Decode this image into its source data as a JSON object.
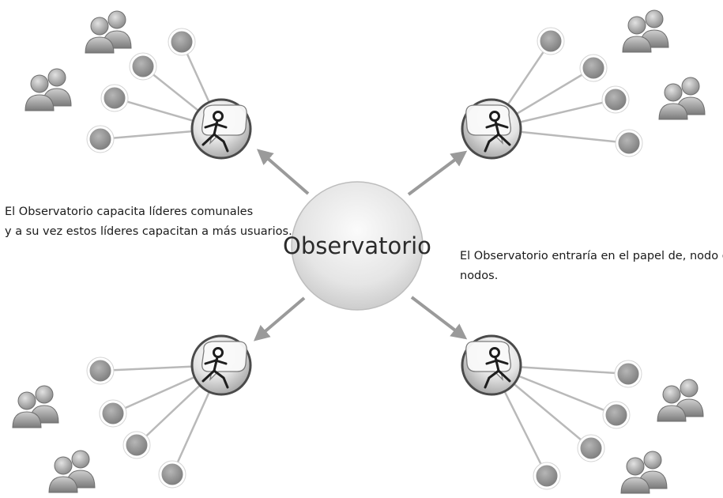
{
  "center": {
    "label": "Observatorio"
  },
  "notes": {
    "left": {
      "line1": "El Observatorio capacita líderes comunales",
      "line2": "y a su vez estos líderes capacitan a más usuarios."
    },
    "right": {
      "line1": "El Observatorio entraría en el papel de, nodo de",
      "line2": "nodos."
    }
  },
  "hubs": [
    {
      "name": "hub-top-left",
      "icon": "chat-walker-icon",
      "nodes": 4,
      "user_groups": 2
    },
    {
      "name": "hub-top-right",
      "icon": "chat-walker-icon",
      "nodes": 4,
      "user_groups": 2
    },
    {
      "name": "hub-bottom-left",
      "icon": "chat-walker-icon",
      "nodes": 4,
      "user_groups": 2
    },
    {
      "name": "hub-bottom-right",
      "icon": "chat-walker-icon",
      "nodes": 4,
      "user_groups": 2
    }
  ],
  "colors": {
    "arrow": "#999999",
    "node_fill": "#8d8d8d",
    "center_fill": "#e8e8e8",
    "text": "#1a1a1a"
  }
}
